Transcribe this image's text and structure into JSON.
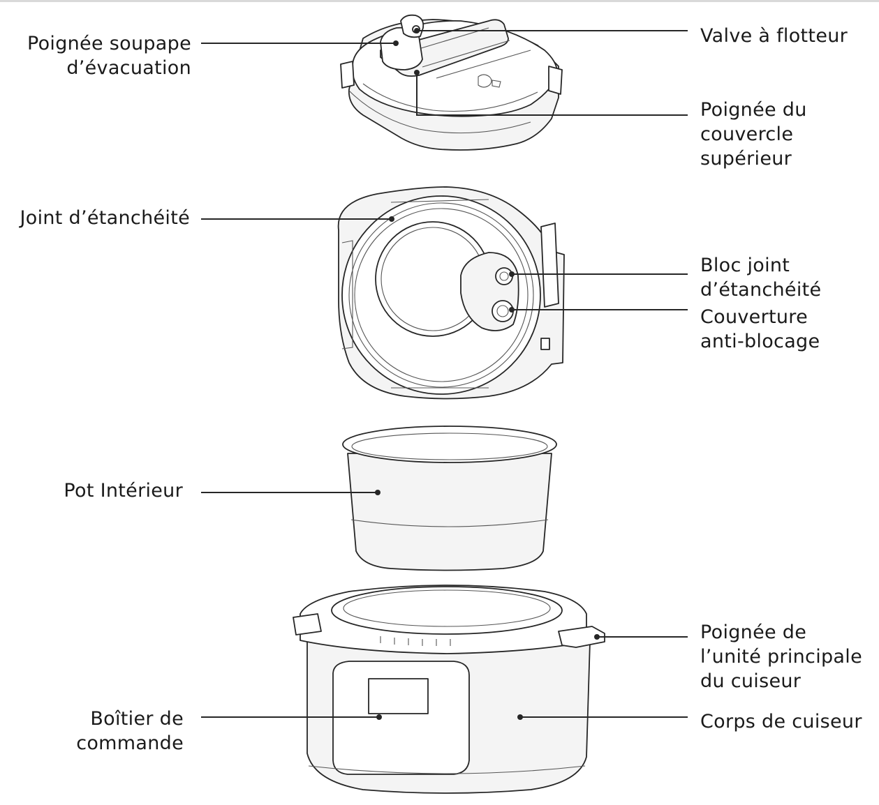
{
  "labels": {
    "release_valve_handle": "Poignée soupape\nd’évacuation",
    "float_valve": "Valve à flotteur",
    "top_lid_handle": "Poignée du\ncouvercle\nsupérieur",
    "sealing_ring": "Joint d’étanchéité",
    "sealing_block": "Bloc joint\nd’étanchéité",
    "anti_block_cover": "Couverture\nanti-blocage",
    "inner_pot": "Pot Intérieur",
    "main_unit_handle": "Poignée de\nl’unité principale\ndu cuiseur",
    "control_box": "Boîtier de\ncommande",
    "cooker_body": "Corps de cuiseur"
  }
}
